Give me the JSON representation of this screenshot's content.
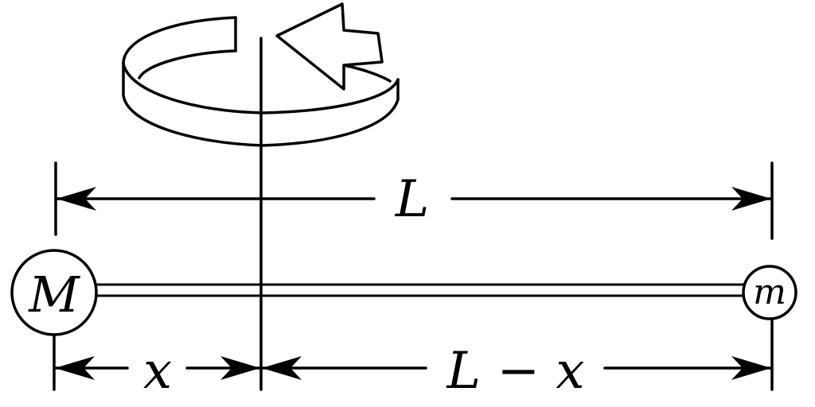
{
  "labels": {
    "total_length": "L",
    "left_mass": "M",
    "right_mass": "m",
    "left_distance": "x",
    "right_distance": "L − x"
  },
  "colors": {
    "ink": "#000000",
    "background": "#ffffff"
  },
  "icons": {
    "rotation": "rotation-arrow-icon"
  }
}
